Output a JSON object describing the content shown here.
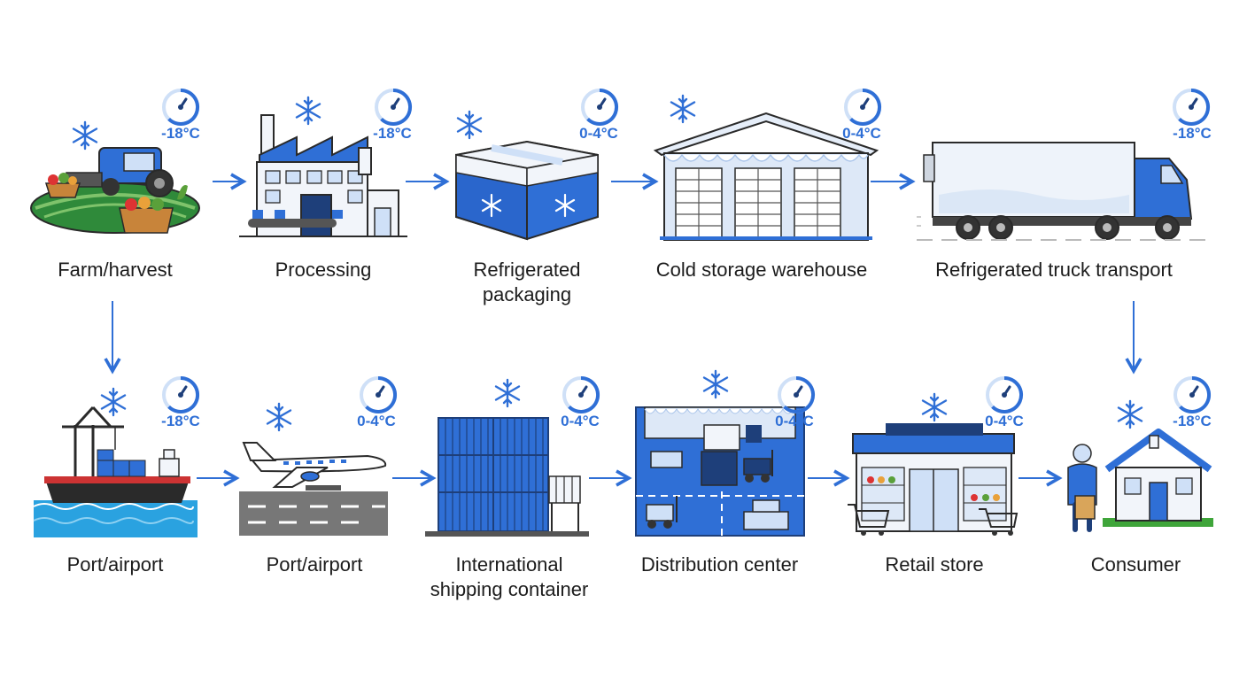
{
  "stages": [
    {
      "label": "Farm/harvest",
      "temp": "-18°C"
    },
    {
      "label": "Processing",
      "temp": "-18°C"
    },
    {
      "label": "Refrigerated\npackaging",
      "temp": "0-4°C"
    },
    {
      "label": "Cold storage warehouse",
      "temp": "0-4°C"
    },
    {
      "label": "Refrigerated truck transport",
      "temp": "-18°C"
    },
    {
      "label": "Port/airport",
      "temp": "-18°C"
    },
    {
      "label": "Port/airport",
      "temp": "0-4°C"
    },
    {
      "label": "International\nshipping container",
      "temp": "0-4°C"
    },
    {
      "label": "Distribution center",
      "temp": "0-4°C"
    },
    {
      "label": "Retail store",
      "temp": "0-4°C"
    },
    {
      "label": "Consumer",
      "temp": "-18°C"
    }
  ],
  "colors": {
    "accent": "#2f6fd6",
    "dark": "#1e3f7a",
    "light": "#cfe0f7",
    "ink": "#2a2a2a"
  },
  "icons": [
    "snowflake-icon",
    "thermometer-gauge-icon",
    "arrow-right-icon",
    "arrow-down-icon"
  ]
}
